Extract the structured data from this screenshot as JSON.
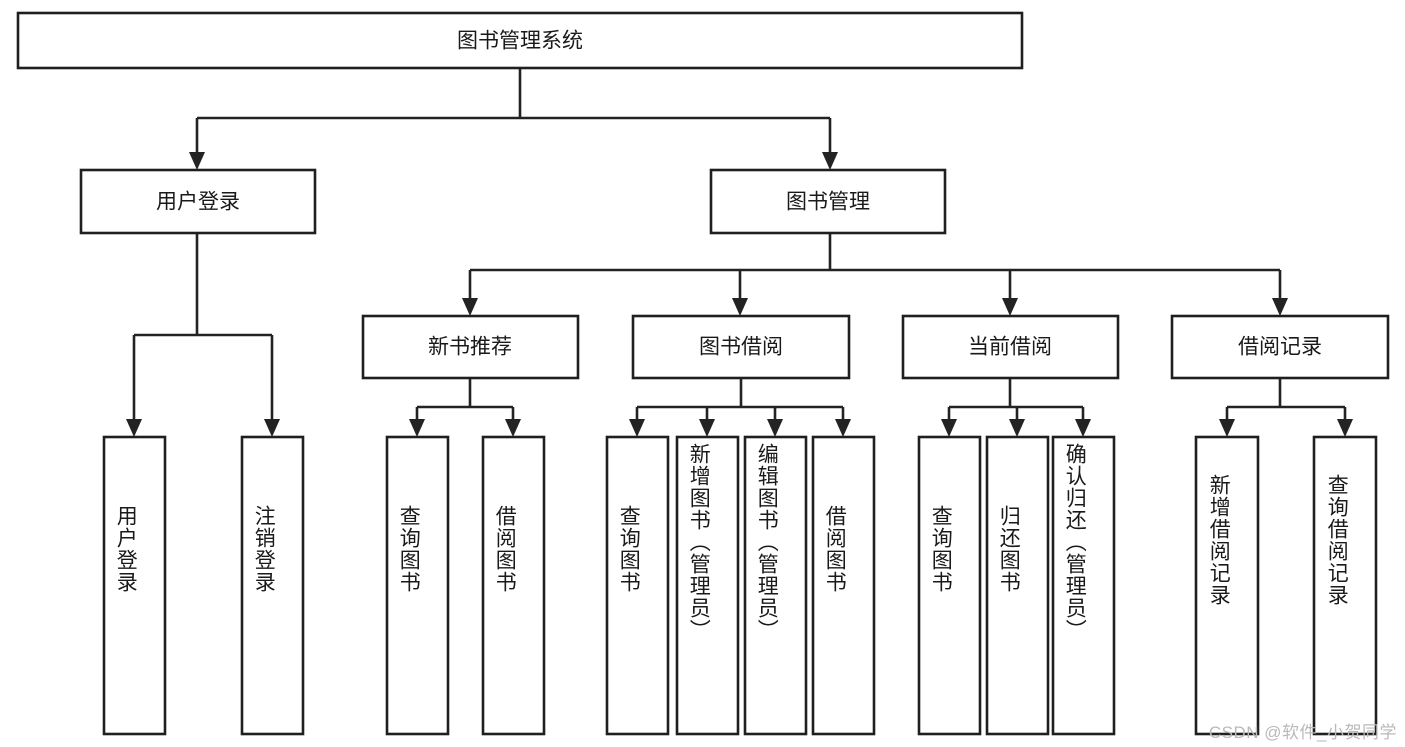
{
  "diagram": {
    "title": "图书管理系统",
    "type": "tree-hierarchy",
    "watermark": "CSDN @软件_小贺同学",
    "root": {
      "label": "图书管理系统"
    },
    "level2": [
      {
        "label": "用户登录"
      },
      {
        "label": "图书管理"
      }
    ],
    "level3": [
      {
        "label": "新书推荐"
      },
      {
        "label": "图书借阅"
      },
      {
        "label": "当前借阅"
      },
      {
        "label": "借阅记录"
      }
    ],
    "leaves": {
      "user_login": [
        {
          "label": "用户登录"
        },
        {
          "label": "注销登录"
        }
      ],
      "new_book_recommend": [
        {
          "label": "查询图书"
        },
        {
          "label": "借阅图书"
        }
      ],
      "book_borrow": [
        {
          "label": "查询图书"
        },
        {
          "label": "新增图书（管理员）"
        },
        {
          "label": "编辑图书（管理员）"
        },
        {
          "label": "借阅图书"
        }
      ],
      "current_borrow": [
        {
          "label": "查询图书"
        },
        {
          "label": "归还图书"
        },
        {
          "label": "确认归还（管理员）"
        }
      ],
      "borrow_record": [
        {
          "label": "新增借阅记录"
        },
        {
          "label": "查询借阅记录"
        }
      ]
    },
    "colors": {
      "stroke": "#232323",
      "fill": "#ffffff",
      "text": "#1a1a1a",
      "watermark": "#b9b9b9"
    }
  }
}
